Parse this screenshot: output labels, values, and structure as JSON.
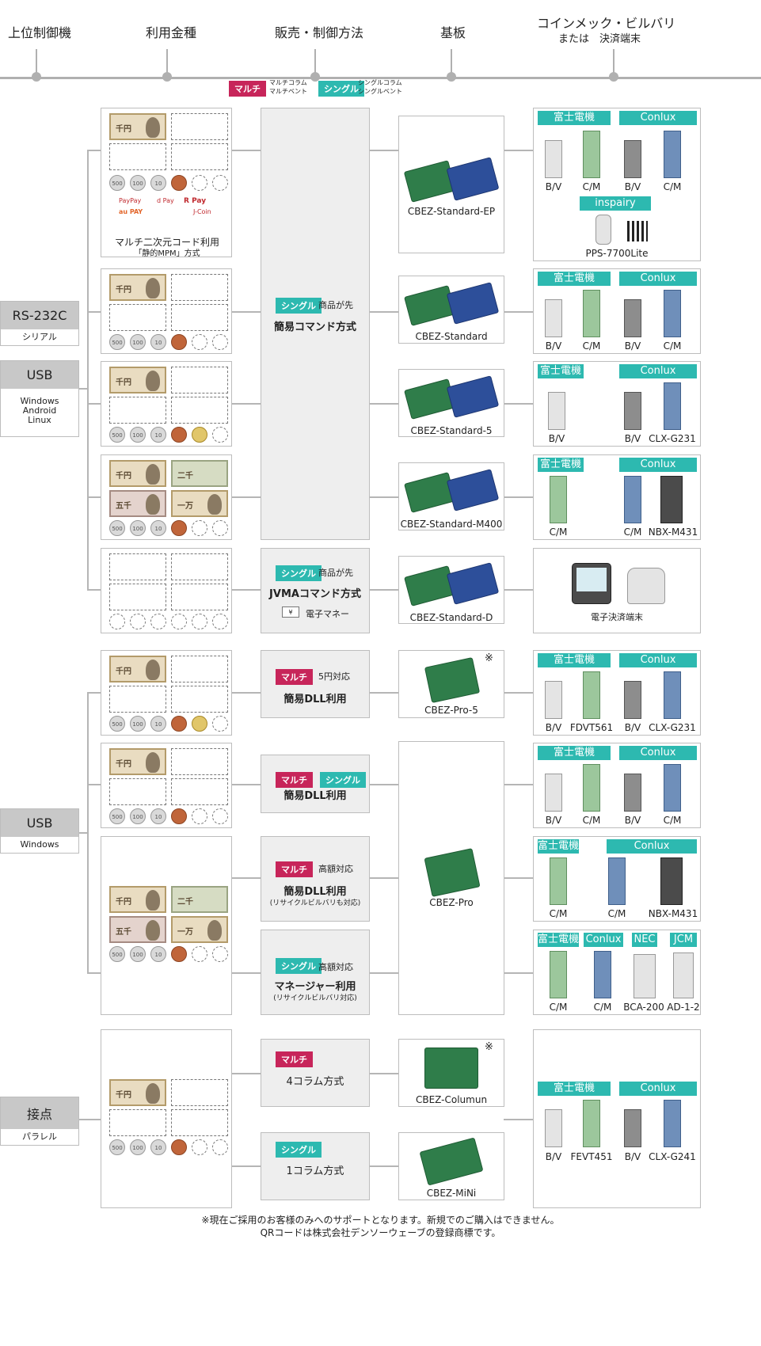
{
  "headers": {
    "host": "上位制御機",
    "currency": "利用金種",
    "method": "販売・制御方法",
    "board": "基板",
    "devices": "コインメック・ビルバリ",
    "devices_sub": "または　決済端末"
  },
  "legend": {
    "multi_tag": "マルチ",
    "multi_desc1": "マルチコラム",
    "multi_desc2": "マルチベント",
    "single_tag": "シングル",
    "single_desc1": "シングルコラム",
    "single_desc2": "シングルベント"
  },
  "interfaces": [
    {
      "title": "RS-232C",
      "sub": "シリアル"
    },
    {
      "title": "USB",
      "sub1": "Windows",
      "sub2": "Android",
      "sub3": "Linux"
    },
    {
      "title": "USB",
      "sub": "Windows"
    },
    {
      "title": "接点",
      "sub": "パラレル"
    }
  ],
  "payments": [
    "PayPay",
    "d Pay",
    "R Pay",
    "au PAY",
    "J-Coin"
  ],
  "currency_caption1": "マルチ二次元コード利用",
  "currency_caption2": "「静的MPM」方式",
  "methods": {
    "simple_cmd": {
      "tag": "シングル",
      "note": "商品が先",
      "title": "簡易コマンド方式"
    },
    "jvma": {
      "tag": "シングル",
      "note": "商品が先",
      "title": "JVMAコマンド方式",
      "sub": "電子マネー"
    },
    "dll5": {
      "tag": "マルチ",
      "note": "5円対応",
      "title": "簡易DLL利用"
    },
    "dll": {
      "tag1": "マルチ",
      "tag2": "シングル",
      "title": "簡易DLL利用"
    },
    "dll_high": {
      "tag": "マルチ",
      "note": "高額対応",
      "title": "簡易DLL利用",
      "sub": "(リサイクルビルバリも対応)"
    },
    "manager": {
      "tag": "シングル",
      "note": "高額対応",
      "title": "マネージャー利用",
      "sub": "(リサイクルビルバリ対応)"
    },
    "col4": {
      "tag": "マルチ",
      "title": "4コラム方式"
    },
    "col1": {
      "tag": "シングル",
      "title": "1コラム方式"
    }
  },
  "boards": {
    "b1": "CBEZ-Standard-EP",
    "b2": "CBEZ-Standard",
    "b3": "CBEZ-Standard-5",
    "b4": "CBEZ-Standard-M400",
    "b5": "CBEZ-Standard-D",
    "b6": "CBEZ-Pro-5",
    "b7": "CBEZ-Pro",
    "b8": "CBEZ-Columun",
    "b9": "CBEZ-MiNi",
    "mark": "※"
  },
  "makers": {
    "fuji": "富士電機",
    "conlux": "Conlux",
    "inspairy": "inspairy",
    "nec": "NEC",
    "jcm": "JCM"
  },
  "devices": {
    "d1": [
      "B/V",
      "C/M",
      "B/V",
      "C/M"
    ],
    "d1b": "PPS-7700Lite",
    "d2": [
      "B/V",
      "C/M",
      "B/V",
      "C/M"
    ],
    "d3": [
      "B/V",
      "B/V",
      "CLX-G231"
    ],
    "d4": [
      "C/M",
      "C/M",
      "NBX-M431"
    ],
    "d5": "電子決済端末",
    "d6": [
      "B/V",
      "FDVT561",
      "B/V",
      "CLX-G231"
    ],
    "d7": [
      "B/V",
      "C/M",
      "B/V",
      "C/M"
    ],
    "d8": [
      "C/M",
      "C/M",
      "NBX-M431"
    ],
    "d9": [
      "C/M",
      "C/M",
      "BCA-200",
      "AD-1-2"
    ],
    "d10": [
      "B/V",
      "FEVT451",
      "B/V",
      "CLX-G241"
    ]
  },
  "footnote1": "※現在ご採用のお客様のみへのサポートとなります。新規でのご購入はできません。",
  "footnote2": "QRコードは株式会社デンソーウェーブの登録商標です。",
  "colors": {
    "multi": "#c7255a",
    "single": "#2db9b0",
    "line": "#b5b5b5",
    "panel": "#eeeeee"
  }
}
